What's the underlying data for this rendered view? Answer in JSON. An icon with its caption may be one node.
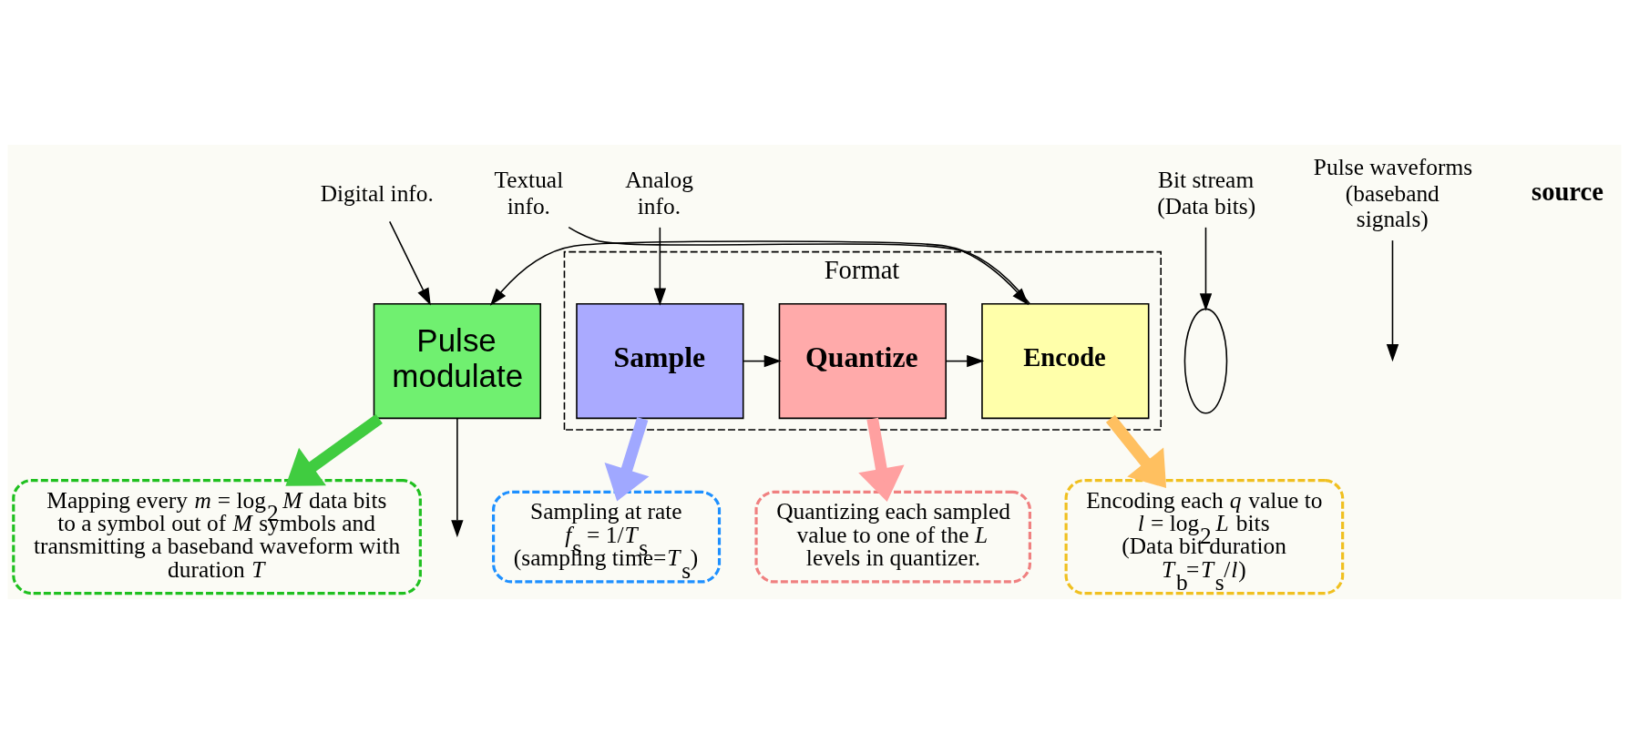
{
  "diagram": {
    "nodes": [
      {
        "text": [
          "Digital info."
        ]
      },
      {
        "text": [
          "Textual info."
        ]
      },
      {
        "text": [
          "Analog info."
        ]
      },
      {
        "text": [
          "Format"
        ]
      },
      {
        "text": [
          "Sample"
        ],
        "in": 3
      },
      {
        "text": [
          "Quantize"
        ],
        "in": 3
      },
      {
        "text": [
          "Encode"
        ],
        "in": 3
      },
      {
        "text": [],
        "shape": "ellipse"
      },
      {
        "text": [
          "Bit stream (Data bits)"
        ]
      },
      {
        "text": [
          "Pulse modulate"
        ]
      },
      {
        "text": [
          "Pulse waveforms (baseband signals)"
        ]
      },
      {
        "text": [
          "Sampling at rate",
          "*f*$_{s}$ = 1/*T*$_{s}$",
          "(sampling time=*T*$_{s}$)"
        ]
      },
      {
        "text": [
          "Quantizing each sampled value to one of the *L* levels in quantizer."
        ]
      },
      {
        "text": [
          "Encoding each *q* value to",
          "*l* = log$_{2}$ *L* bits",
          "(Data bit duration *T*$_{b}$=*T*$_{s}$/*l*)"
        ]
      },
      {
        "text": [
          "Mapping every *m* = log$_{2}$ *M* data bits to a symbol out of *M* symbols and transmitting a baseband waveform with duration *T*"
        ]
      }
    ],
    "edges": [
      {
        "from": 0,
        "to": 9,
        "arrow": "to"
      },
      {
        "from": 1,
        "to": 6,
        "arrow": "to"
      },
      {
        "from": 2,
        "to": 4,
        "arrow": "to"
      },
      {
        "from": 4,
        "to": 5,
        "arrow": "to"
      },
      {
        "from": 5,
        "to": 6,
        "arrow": "to"
      },
      {
        "from": 6,
        "to": 9,
        "arrow": "to"
      },
      {
        "from": 8,
        "to": 7,
        "arrow": "to"
      },
      {
        "from": 9,
        "to": null,
        "arrow": "to"
      },
      {
        "from": 10,
        "to": null,
        "arrow": "to"
      },
      {
        "from": 4,
        "to": 11,
        "arrow": "to",
        "style": "thick",
        "color": "#a0a8ff"
      },
      {
        "from": 5,
        "to": 12,
        "arrow": "to",
        "style": "thick",
        "color": "#ffa0a0"
      },
      {
        "from": 6,
        "to": 13,
        "arrow": "to",
        "style": "thick",
        "color": "#ffc060"
      },
      {
        "from": 9,
        "to": 14,
        "arrow": "to",
        "style": "thick",
        "color": "#40cc40"
      }
    ],
    "labels": [
      "source"
    ]
  }
}
